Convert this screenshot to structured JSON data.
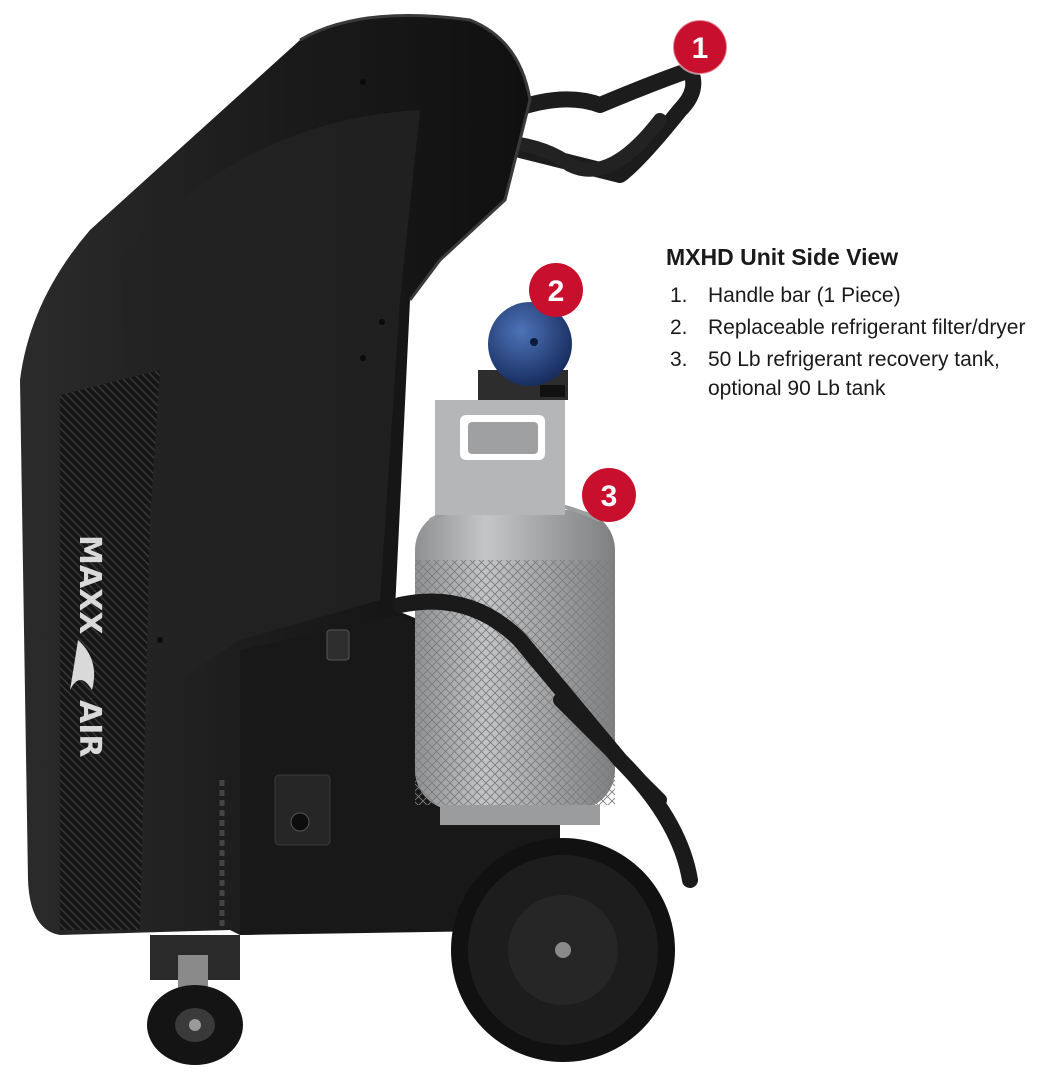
{
  "title": "MXHD Unit Side View",
  "items": [
    {
      "num": "1.",
      "text": "Handle bar (1 Piece)"
    },
    {
      "num": "2.",
      "text": "Replaceable refrigerant filter/dryer"
    },
    {
      "num": "3.",
      "text": "50 Lb refrigerant recovery tank,\noptional 90 Lb tank"
    }
  ],
  "callouts": [
    "1",
    "2",
    "3"
  ],
  "brand": {
    "letters": [
      "M",
      "A",
      "X",
      "X",
      "A",
      "I",
      "R"
    ]
  },
  "colors": {
    "callout_red": "#c8102e",
    "unit_body": "#1e1e1e",
    "tank_gray": "#a7a9ab",
    "filter_blue": "#1f3d7a"
  }
}
